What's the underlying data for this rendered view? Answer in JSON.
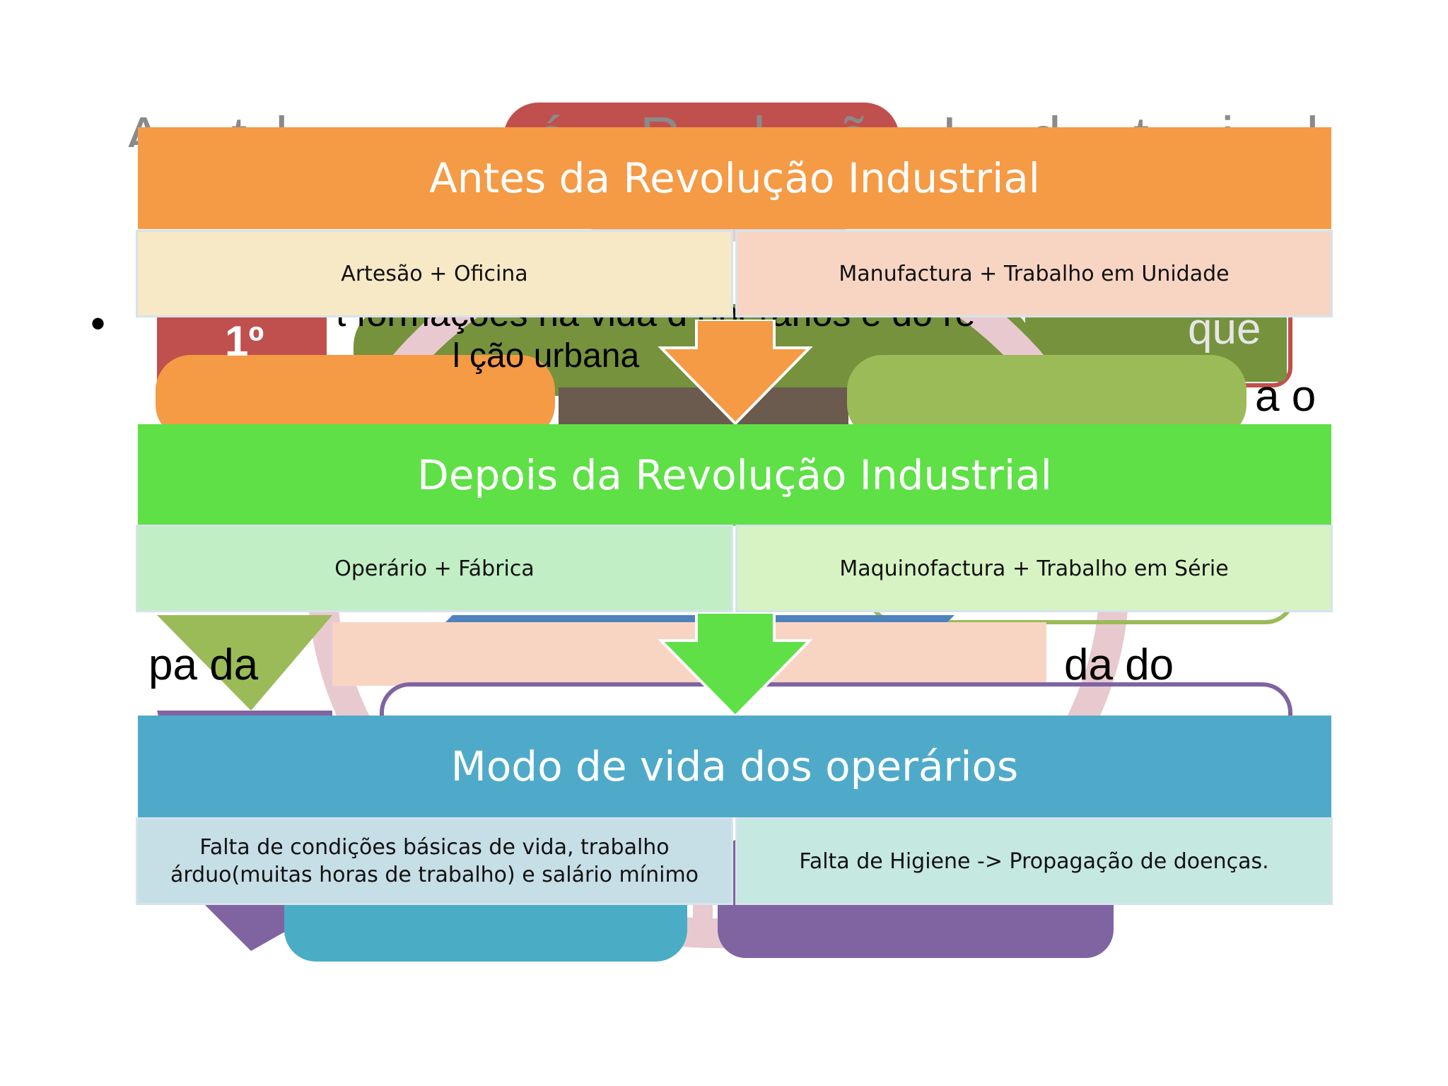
{
  "slide_background": {
    "title_fragment": "A  tl  ...  á    R  l  ã  I  d  t  i  l",
    "bullet_glyph": "•",
    "fragment_1": "1º",
    "fragment_2": "t  formações na vida d  operários e do re",
    "fragment_3": "l  ção urbana",
    "fragment_4": "que",
    "fragment_5": "a o",
    "fragment_6": "pa    da",
    "fragment_7": "da do"
  },
  "diagram": {
    "sections": [
      {
        "title": "Antes da Revolução Industrial",
        "color": "#F59A45",
        "cells": [
          {
            "text": "Artesão + Oficina",
            "color": "#F8E9C6"
          },
          {
            "text": "Manufactura + Trabalho em Unidade",
            "color": "#F8D5C3"
          }
        ]
      },
      {
        "title": "Depois da Revolução Industrial",
        "color": "#5EE046",
        "cells": [
          {
            "text": "Operário + Fábrica",
            "color": "#C1EEC4"
          },
          {
            "text": "Maquinofactura + Trabalho em Série",
            "color": "#D8F3C3"
          }
        ]
      },
      {
        "title": "Modo de vida dos operários",
        "color": "#4FAAC9",
        "cells": [
          {
            "text": "Falta de condições básicas de vida, trabalho árduo(muitas horas de trabalho) e salário mínimo",
            "color": "#C6DEE5"
          },
          {
            "text": "Falta de Higiene -> Propagação de doenças.",
            "color": "#C5E8E1"
          }
        ]
      }
    ],
    "arrow_colors": [
      "#F59A45",
      "#5EE046"
    ]
  }
}
